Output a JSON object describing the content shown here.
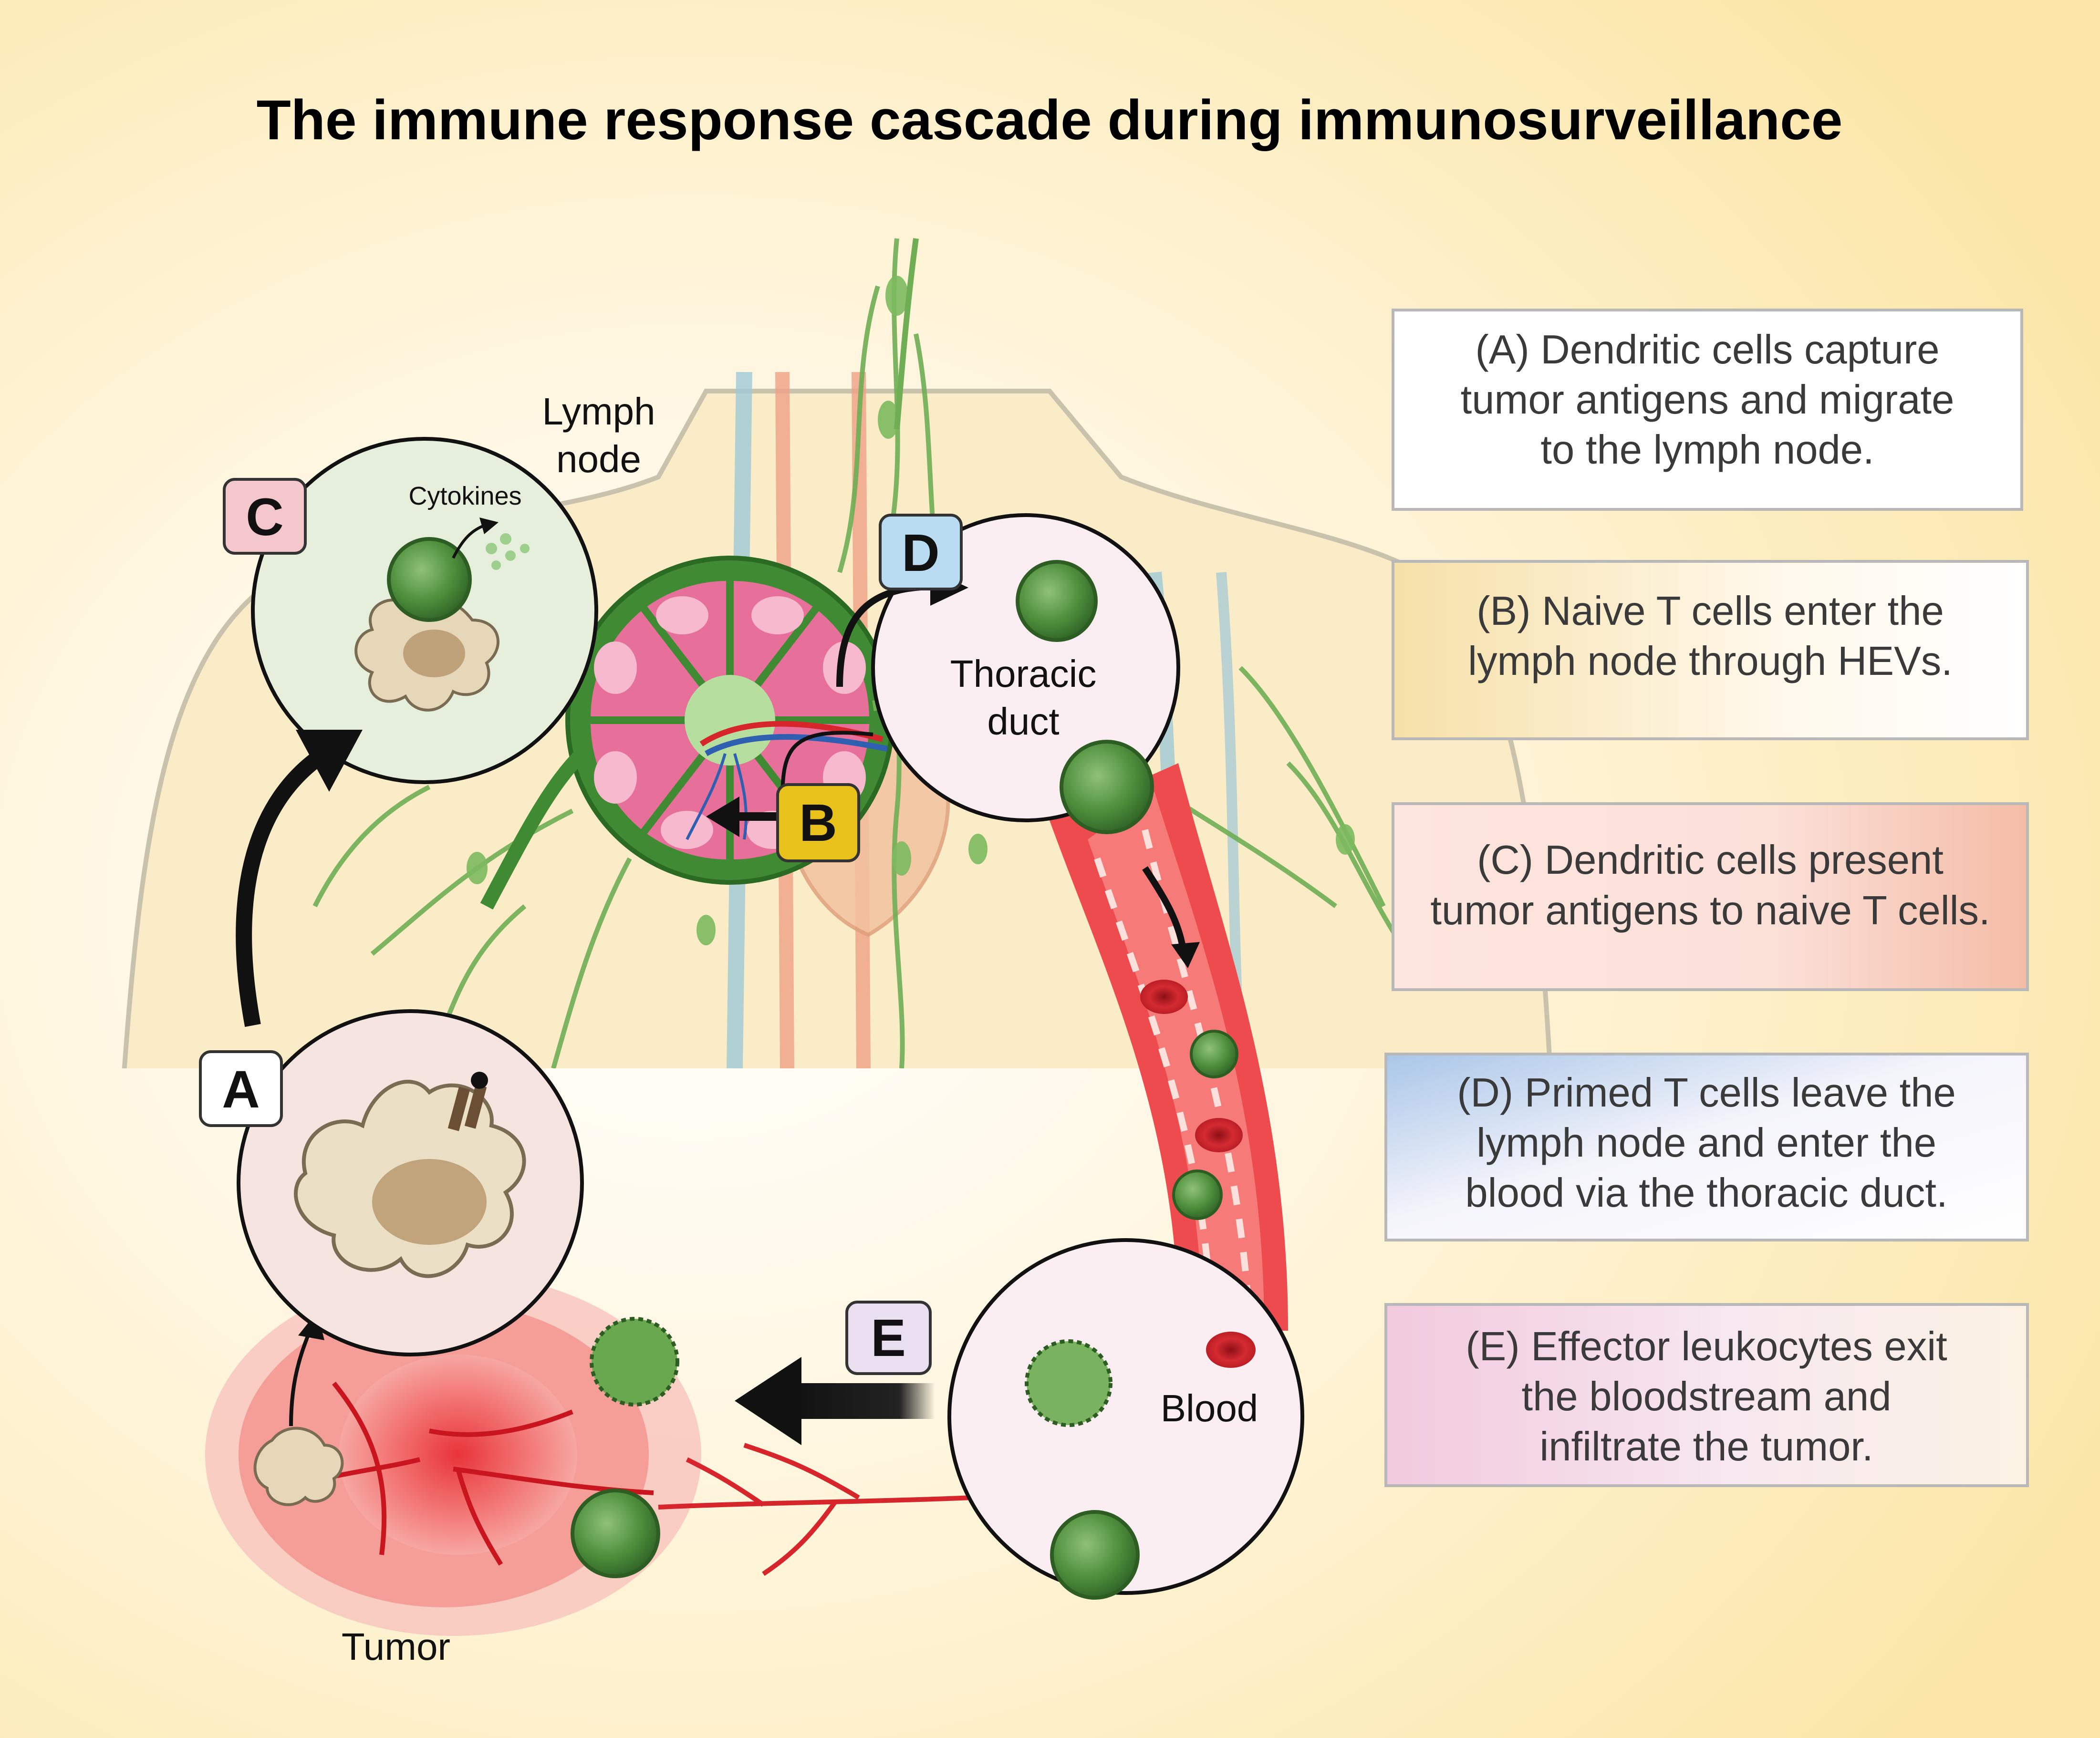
{
  "title": "The immune response cascade during immunosurveillance",
  "labels": {
    "lymph_node_1": "Lymph",
    "lymph_node_2": "node",
    "cytokines": "Cytokines",
    "thoracic_1": "Thoracic",
    "thoracic_2": "duct",
    "blood": "Blood",
    "tumor": "Tumor"
  },
  "badges": {
    "a": "A",
    "b": "B",
    "c": "C",
    "d": "D",
    "e": "E"
  },
  "badge_colors": {
    "a": "#ffffff",
    "b": "#e8c21a",
    "c": "#f4c7cc",
    "d": "#b9dcf2",
    "e": "#eadff0"
  },
  "steps": [
    {
      "lines": [
        "(A) Dendritic cells capture",
        "tumor antigens and migrate",
        "to the lymph node."
      ]
    },
    {
      "lines": [
        "(B) Naive T cells enter the",
        "lymph node through HEVs."
      ]
    },
    {
      "lines": [
        "(C) Dendritic cells present",
        "tumor antigens to naive T cells."
      ]
    },
    {
      "lines": [
        "(D) Primed T cells leave the",
        "lymph node and enter the",
        "blood via the thoracic duct."
      ]
    },
    {
      "lines": [
        "(E) Effector leukocytes exit",
        "the bloodstream and",
        "infiltrate the tumor."
      ]
    }
  ]
}
